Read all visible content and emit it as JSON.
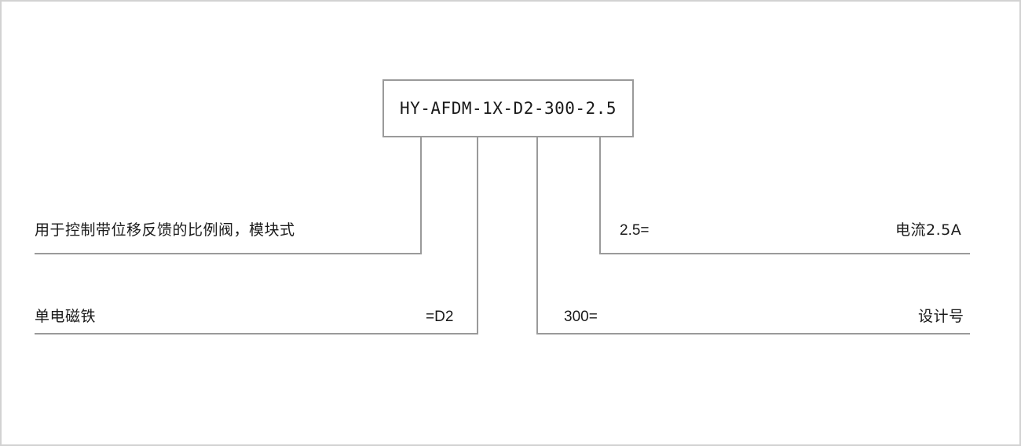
{
  "diagram": {
    "type": "product-type-code-breakdown",
    "code": "HY-AFDM-1X-D2-300-2.5",
    "line_color": "#9a9a9a",
    "text_color": "#1a1a1a",
    "frame_color": "#d2d2d2",
    "background": "#ffffff",
    "rows": [
      {
        "id": "row-1-left",
        "side": "left",
        "description": "用于控制带位移反馈的比例阀，模块式",
        "value": ""
      },
      {
        "id": "row-2-left",
        "side": "left",
        "description": "单电磁铁",
        "value": "=D2"
      },
      {
        "id": "row-1-right",
        "side": "right",
        "value": "2.5=",
        "description": "电流2.5A"
      },
      {
        "id": "row-2-right",
        "side": "right",
        "value": "300=",
        "description": "设计号"
      }
    ]
  }
}
